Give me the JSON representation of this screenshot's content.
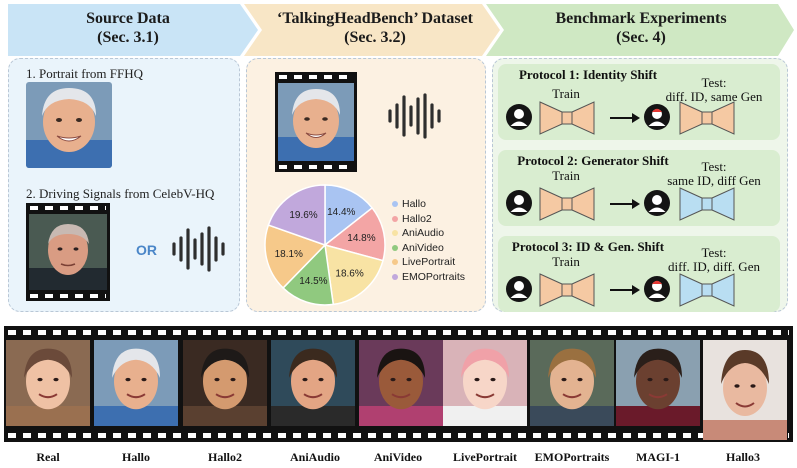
{
  "header": {
    "source": {
      "title": "Source Data",
      "sub": "(Sec. 3.1)"
    },
    "dataset": {
      "title": "‘TalkingHeadBench’ Dataset",
      "sub": "(Sec. 3.2)"
    },
    "bench": {
      "title": "Benchmark Experiments",
      "sub": "(Sec. 4)"
    }
  },
  "source_panel": {
    "portrait_label": "1. Portrait from FFHQ",
    "driving_label": "2. Driving Signals from CelebV-HQ",
    "or_label": "OR"
  },
  "chart_data": {
    "type": "pie",
    "categories": [
      "Hallo",
      "Hallo2",
      "AniAudio",
      "AniVideo",
      "LivePortrait",
      "EMOPortraits"
    ],
    "values": [
      14.4,
      14.8,
      18.6,
      14.5,
      18.1,
      19.6
    ],
    "labels": [
      "14.4%",
      "14.8%",
      "18.6%",
      "14.5%",
      "18.1%",
      "19.6%"
    ],
    "colors": [
      "#a9c4f2",
      "#f3a5a5",
      "#f8e3a4",
      "#90c97f",
      "#f6c98a",
      "#c1a8dc"
    ],
    "legend": "right"
  },
  "protocols": [
    {
      "title": "Protocol 1: Identity Shift",
      "train": "Train",
      "test": "Test:",
      "test_detail": "diff. ID, same Gen"
    },
    {
      "title": "Protocol 2: Generator Shift",
      "train": "Train",
      "test": "Test:",
      "test_detail": "same ID, diff Gen"
    },
    {
      "title": "Protocol 3: ID & Gen. Shift",
      "train": "Train",
      "test": "Test:",
      "test_detail": "diff. ID, diff. Gen"
    }
  ],
  "colors": {
    "source": "#c9e4f6",
    "dataset": "#f8e6c6",
    "bench": "#cfe8c3",
    "encoder_train": "#f5c9a3",
    "encoder_test": "#b9def2"
  },
  "strip": [
    "Real",
    "Hallo",
    "Hallo2",
    "AniAudio",
    "AniVideo",
    "LivePortrait",
    "EMOPortraits",
    "MAGI-1",
    "Hallo3"
  ]
}
